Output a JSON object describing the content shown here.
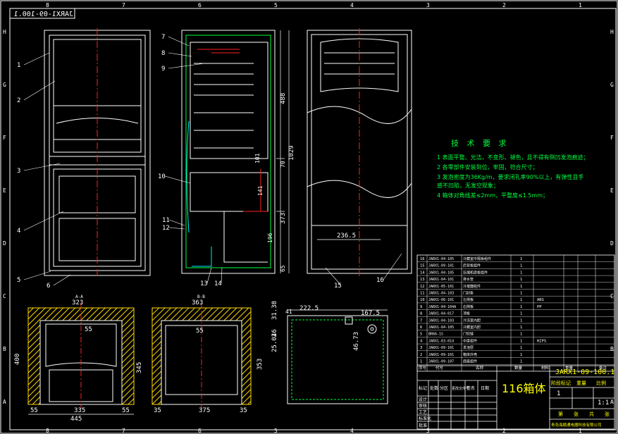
{
  "drawing": {
    "number_mirrored": "JARX1-09-100.1",
    "number": "JARX1-09-100.1",
    "title": "116箱体",
    "quantity": "1",
    "scale": "1:1",
    "sheet_label_a": "第",
    "sheet_label_b": "张",
    "sheet_label_c": "共",
    "sheet_label_d": "张",
    "company": "青岛海顺通电器科技有限公司"
  },
  "grid": {
    "columns": [
      "8",
      "7",
      "6",
      "5",
      "4",
      "3",
      "2",
      "1"
    ],
    "rows": [
      "H",
      "G",
      "F",
      "E",
      "D",
      "C",
      "B",
      "A"
    ]
  },
  "tech_requirements": {
    "heading": "技 术 要 求",
    "items": [
      "1 表面平整、光洁，不变形、褪色，且不得有倒凹发泡痕迹；",
      "2 各零部件安装到位，牢固，符合尺寸；",
      "3 发泡密度为36Kg/m，要求闭孔率90%以上，有弹性且手",
      "   感不凹陷，无发空现象；",
      "4 箱体对角线差≤2mm，平整度≤1.5mm；"
    ]
  },
  "balloons": [
    "1",
    "2",
    "3",
    "4",
    "5",
    "6",
    "7",
    "8",
    "9",
    "10",
    "11",
    "12",
    "13",
    "14",
    "15",
    "16"
  ],
  "dimensions": {
    "side_view": [
      "488",
      "1029",
      "101",
      "70",
      "141",
      "373",
      "196",
      "65"
    ],
    "back_view": [
      "236.5"
    ],
    "section_a": [
      "A-A",
      "323",
      "55",
      "400",
      "345",
      "55",
      "335",
      "55",
      "445"
    ],
    "section_b": [
      "B-B",
      "363",
      "55",
      "353",
      "35",
      "375",
      "35"
    ],
    "plan_view": [
      "222.5",
      "167.5",
      "31.38",
      "46",
      "25.02",
      "41",
      "46.73"
    ]
  },
  "bom_rows": [
    {
      "no": "16",
      "code": "JARX1-04-105",
      "name": "冷藏室中隔板组件",
      "qty": "1"
    },
    {
      "no": "15",
      "code": "JARX1-09-101",
      "name": "后背板组件",
      "qty": "1"
    },
    {
      "no": "14",
      "code": "JARX1-04-105",
      "name": "压缩机底板组件",
      "qty": "1"
    },
    {
      "no": "13",
      "code": "JARX1-04-101",
      "name": "排水管",
      "qty": "1"
    },
    {
      "no": "12",
      "code": "JARX1-05-101",
      "name": "冷凝器组件",
      "qty": "1"
    },
    {
      "no": "11",
      "code": "JARX1-04-103",
      "name": "门封条",
      "qty": "1"
    },
    {
      "no": "10",
      "code": "JARX1-06-101",
      "name": "左侧板",
      "qty": "1"
    },
    {
      "no": "9",
      "code": "JARX1-04-104A",
      "name": "右侧板",
      "qty": "1"
    },
    {
      "no": "8",
      "code": "JARX1-04-017",
      "name": "顶板",
      "qty": "1"
    },
    {
      "no": "7",
      "code": "JARX1-04-103",
      "name": "冷冻室内胆",
      "qty": "1"
    },
    {
      "no": "6",
      "code": "JARX1-04-105",
      "name": "冷藏室内胆",
      "qty": "1"
    },
    {
      "no": "5",
      "code": "BR66-15",
      "name": "门铰链",
      "qty": "1"
    },
    {
      "no": "4",
      "code": "JARX1-03-014",
      "name": "中梁组件",
      "qty": "1"
    },
    {
      "no": "3",
      "code": "JARX1-09-101",
      "name": "发泡层",
      "qty": "1"
    },
    {
      "no": "2",
      "code": "JARX1-09-101",
      "name": "箱体外壳",
      "qty": "1"
    },
    {
      "no": "1",
      "code": "JARX1-09-107",
      "name": "底座组件",
      "qty": "1"
    }
  ],
  "bom_header": {
    "no": "序号",
    "code": "代号",
    "name": "名称",
    "qty": "数量",
    "mat": "材料",
    "wt": "重量",
    "note": "备注"
  },
  "bom_materials": [
    "ABS",
    "PP",
    "HIPS"
  ],
  "title_block_labels": {
    "mark": "标记",
    "count": "处数",
    "zone": "分区",
    "change": "更改文件号",
    "sign": "签名",
    "date": "日期",
    "design": "设计",
    "check": "审核",
    "process": "工艺",
    "std": "标准化",
    "approve": "批准",
    "stage": "阶段标记",
    "weight": "重量",
    "ratio": "比例"
  },
  "colors": {
    "background": "#000000",
    "frame": "#ffffff",
    "centerline": "#ff2020",
    "dimension": "#ffffff",
    "accent_green": "#00ff40",
    "section_fill": "#ffd800",
    "cyan": "#00e8ff",
    "title_text": "#ffff00"
  }
}
